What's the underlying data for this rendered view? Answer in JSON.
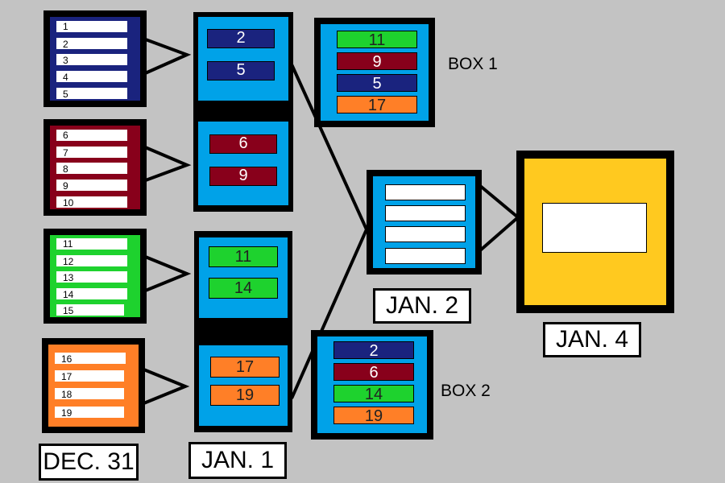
{
  "colors": {
    "navy": "#1a237e",
    "maroon": "#88001b",
    "green": "#1ed22e",
    "orange": "#ff7f27",
    "sky": "#00a2e8",
    "gold": "#ffc91f",
    "background": "#c3c3c3"
  },
  "dec31": {
    "group1": [
      "1",
      "2",
      "3",
      "4",
      "5"
    ],
    "group2": [
      "6",
      "7",
      "8",
      "9",
      "10"
    ],
    "group3": [
      "11",
      "12",
      "13",
      "14",
      "15"
    ],
    "group4": [
      "16",
      "17",
      "18",
      "19"
    ]
  },
  "jan1": {
    "match1": [
      "2",
      "5"
    ],
    "match2": [
      "6",
      "9"
    ],
    "match3": [
      "11",
      "14"
    ],
    "match4": [
      "17",
      "19"
    ]
  },
  "box1": {
    "title": "BOX 1",
    "entries": [
      "11",
      "9",
      "5",
      "17"
    ]
  },
  "box2": {
    "title": "BOX 2",
    "entries": [
      "2",
      "6",
      "14",
      "19"
    ]
  },
  "labels": {
    "dec31": "DEC. 31",
    "jan1": "JAN. 1",
    "jan2": "JAN. 2",
    "jan4": "JAN. 4"
  }
}
